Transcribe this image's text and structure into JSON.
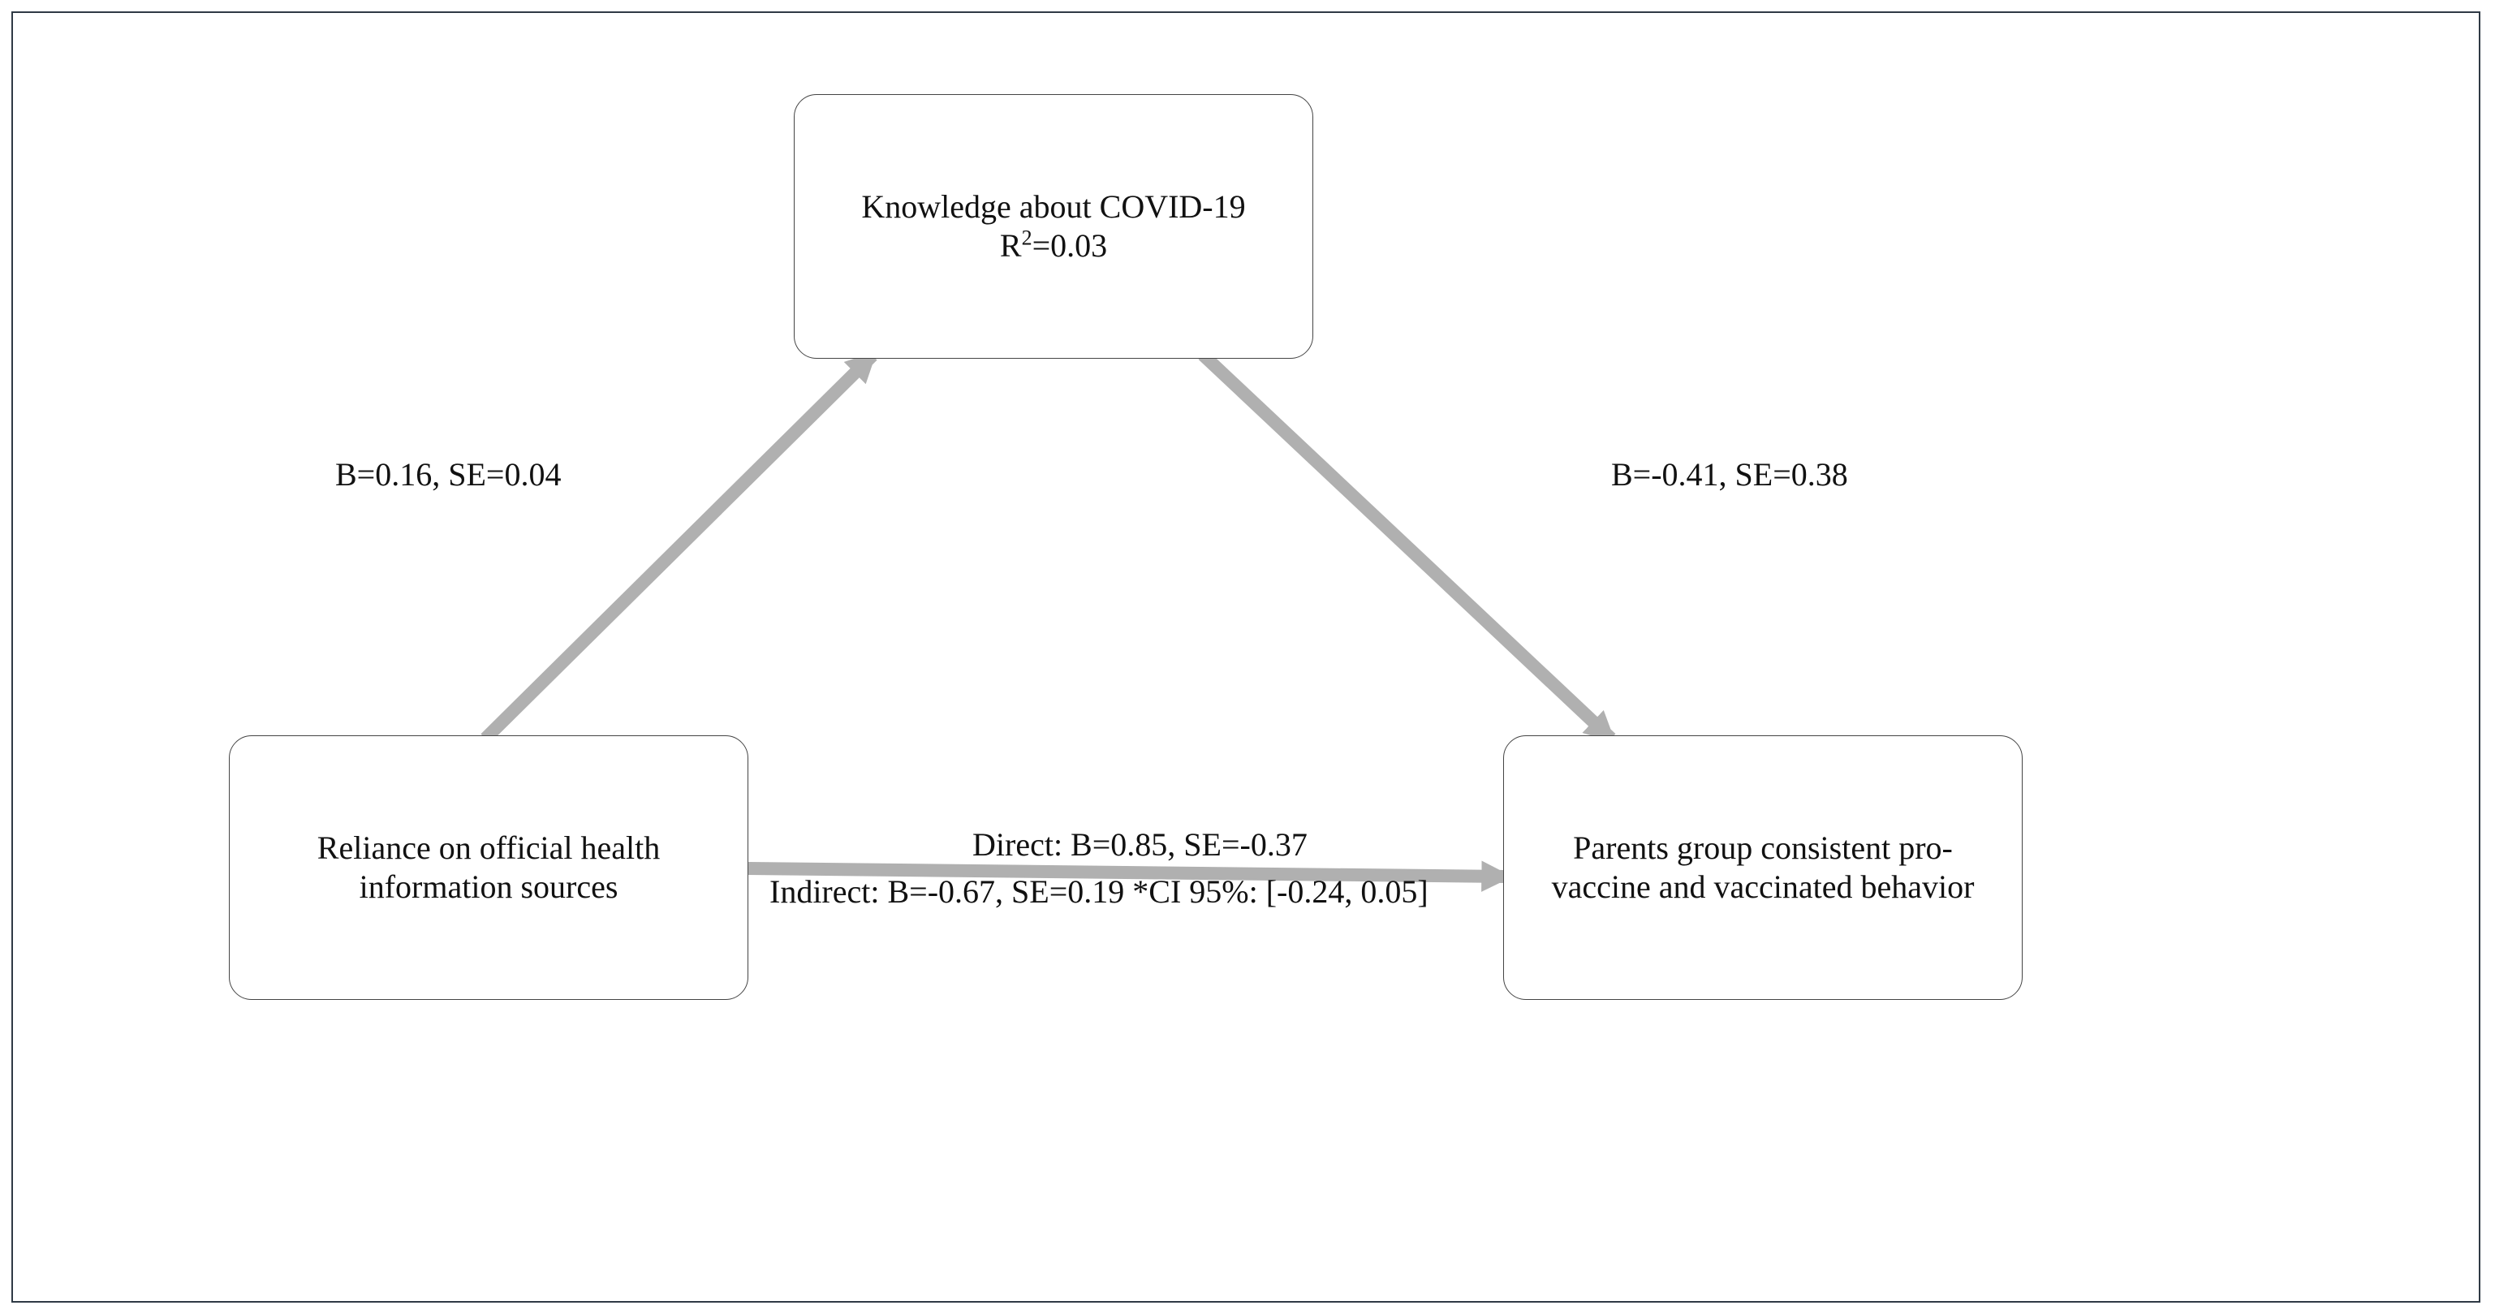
{
  "colors": {
    "arrow": "#b0b0b0",
    "frame_border": "#2f3a45",
    "box_border": "#444444",
    "text": "#111111"
  },
  "nodes": {
    "mediator": {
      "line1": "Knowledge about COVID-19",
      "r2_label": "R",
      "r2_sup": "2",
      "r2_value": "=0.03"
    },
    "predictor": {
      "line1": "Reliance on official health",
      "line2": "information sources"
    },
    "outcome": {
      "line1": "Parents group consistent pro-",
      "line2": "vaccine and vaccinated behavior"
    }
  },
  "paths": {
    "a": "B=0.16, SE=0.04",
    "b": "B=-0.41, SE=0.38",
    "direct": "Direct: B=0.85, SE=-0.37",
    "indirect": "Indirect: B=-0.67, SE=0.19 *CI 95%: [-0.24, 0.05]"
  }
}
